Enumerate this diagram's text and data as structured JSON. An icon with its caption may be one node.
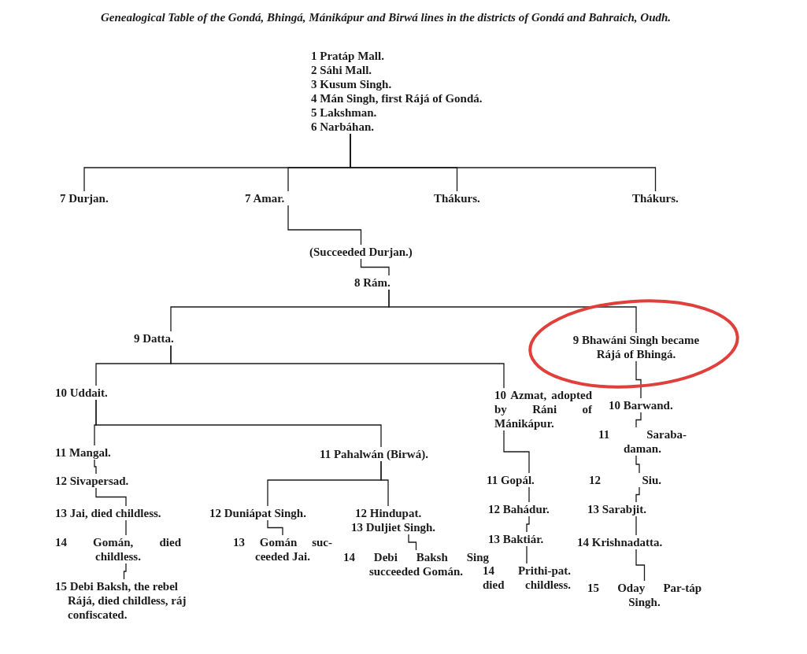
{
  "diagram": {
    "title": "Genealogical Table of the Gondá, Bhingá, Mánikápur and Birwá lines in the districts of Gondá and Bahraich, Oudh.",
    "nodes": [
      {
        "text": [
          "1 Pratáp Mall.",
          "2 Sáhi Mall.",
          "3 Kusum Singh.",
          "4 Mán Singh, first Rájá of Gondá.",
          "5 Lakshman.",
          "6 Narbáhan."
        ]
      },
      {
        "text": [
          "7 Durjan."
        ]
      },
      {
        "text": [
          "7 Amar."
        ]
      },
      {
        "text": [
          "Thákurs."
        ]
      },
      {
        "text": [
          "Thákurs."
        ]
      },
      {
        "text": [
          "(Succeeded Durjan.)"
        ]
      },
      {
        "text": [
          "8 Rám."
        ]
      },
      {
        "text": [
          "9 Datta."
        ]
      },
      {
        "text": [
          "9 Bhawáni Singh became Rájá of Bhingá."
        ]
      },
      {
        "text": [
          "10 Uddait."
        ]
      },
      {
        "text": [
          "10 Azmat, adopted by Ráni of Mánikápur."
        ]
      },
      {
        "text": [
          "10 Barwand."
        ]
      },
      {
        "text": [
          "11 Mangal."
        ]
      },
      {
        "text": [
          "11 Pahalwán (Birwá)."
        ]
      },
      {
        "text": [
          "12 Sivapersad."
        ]
      },
      {
        "text": [
          "13 Jai, died childless."
        ]
      },
      {
        "text": [
          "14 Gomán, died childless."
        ]
      },
      {
        "text": [
          "15 Debi Baksh, the rebel Rájá, died childless, ráj confiscated."
        ]
      },
      {
        "text": [
          "12 Duniápat Singh."
        ]
      },
      {
        "text": [
          "13 Gomán suc-ceeded Jai."
        ]
      },
      {
        "text": [
          "12 Hindupat."
        ]
      },
      {
        "text": [
          "13 Duljiet Singh."
        ]
      },
      {
        "text": [
          "14 Debi Baksh Sing succeeded Gomán."
        ]
      },
      {
        "text": [
          "11 Gopál."
        ]
      },
      {
        "text": [
          "12 Bahádur."
        ]
      },
      {
        "text": [
          "13 Baktiár."
        ]
      },
      {
        "text": [
          "14 Prithi-pat. died childless."
        ]
      },
      {
        "text": [
          "11 Saraba-daman."
        ]
      },
      {
        "text": [
          "12 Siu."
        ]
      },
      {
        "text": [
          "13 Sarabjit."
        ]
      },
      {
        "text": [
          "14 Krishnadatta."
        ]
      },
      {
        "text": [
          "15 Oday Par-táp Singh."
        ]
      }
    ],
    "edges": [
      {
        "from": 0,
        "to": 1,
        "arrow": "none"
      },
      {
        "from": 0,
        "to": 2,
        "arrow": "none"
      },
      {
        "from": 0,
        "to": 3,
        "arrow": "none"
      },
      {
        "from": 0,
        "to": 4,
        "arrow": "none"
      },
      {
        "from": 2,
        "to": 5,
        "arrow": "none"
      },
      {
        "from": 5,
        "to": 6,
        "arrow": "none"
      },
      {
        "from": 6,
        "to": 7,
        "arrow": "none"
      },
      {
        "from": 6,
        "to": 8,
        "arrow": "none"
      },
      {
        "from": 7,
        "to": 9,
        "arrow": "none"
      },
      {
        "from": 7,
        "to": 10,
        "arrow": "none"
      },
      {
        "from": 8,
        "to": 11,
        "arrow": "none"
      },
      {
        "from": 9,
        "to": 12,
        "arrow": "none"
      },
      {
        "from": 9,
        "to": 13,
        "arrow": "none"
      },
      {
        "from": 12,
        "to": 14,
        "arrow": "none"
      },
      {
        "from": 14,
        "to": 15,
        "arrow": "none"
      },
      {
        "from": 15,
        "to": 16,
        "arrow": "none"
      },
      {
        "from": 16,
        "to": 17,
        "arrow": "none"
      },
      {
        "from": 13,
        "to": 18,
        "arrow": "none"
      },
      {
        "from": 13,
        "to": 20,
        "arrow": "none"
      },
      {
        "from": 18,
        "to": 19,
        "arrow": "none"
      },
      {
        "from": 21,
        "to": 22,
        "arrow": "none"
      },
      {
        "from": 10,
        "to": 23,
        "arrow": "none"
      },
      {
        "from": 23,
        "to": 24,
        "arrow": "none"
      },
      {
        "from": 24,
        "to": 25,
        "arrow": "none"
      },
      {
        "from": 25,
        "to": 26,
        "arrow": "none"
      },
      {
        "from": 11,
        "to": 27,
        "arrow": "none"
      },
      {
        "from": 27,
        "to": 28,
        "arrow": "none"
      },
      {
        "from": 28,
        "to": 29,
        "arrow": "none"
      },
      {
        "from": 29,
        "to": 30,
        "arrow": "none"
      },
      {
        "from": 30,
        "to": 31,
        "arrow": "none"
      }
    ]
  }
}
